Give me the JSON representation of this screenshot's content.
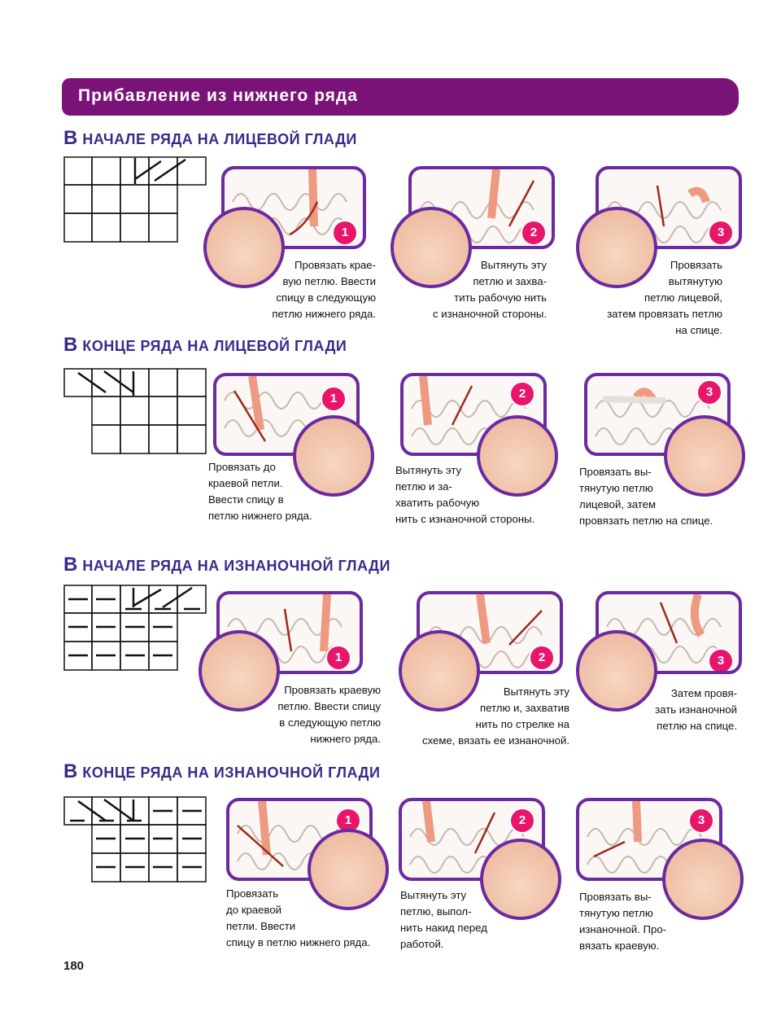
{
  "header": {
    "title": "Прибавление из нижнего ряда"
  },
  "sections": [
    {
      "first_letter": "В",
      "rest": "НАЧАЛЕ РЯДА НА ЛИЦЕВОЙ ГЛАДИ"
    },
    {
      "first_letter": "В",
      "rest": "КОНЦЕ РЯДА НА ЛИЦЕВОЙ ГЛАДИ"
    },
    {
      "first_letter": "В",
      "rest": "НАЧАЛЕ РЯДА НА ИЗНАНОЧНОЙ ГЛАДИ"
    },
    {
      "first_letter": "В",
      "rest": "КОНЦЕ РЯДА НА ИЗНАНОЧНОЙ ГЛАДИ"
    }
  ],
  "steps": [
    {
      "num": "1",
      "caption": "Провязать крае-\nвую петлю. Ввести\nспицу в следующую\nпетлю нижнего ряда."
    },
    {
      "num": "2",
      "caption": "Вытянуть эту\nпетлю и захва-\nтить рабочую нить\nс изнаночной стороны."
    },
    {
      "num": "3",
      "caption": "Провязать\nвытянутую\nпетлю лицевой,\nзатем провязать петлю\nна спице."
    },
    {
      "num": "1",
      "caption": "Провязать до\nкраевой петли.\nВвести спицу в\nпетлю нижнего ряда."
    },
    {
      "num": "2",
      "caption": "Вытянуть эту\nпетлю и за-\nхватить рабочую\nнить с изнаночной стороны."
    },
    {
      "num": "3",
      "caption": "Провязать вы-\nтянутую петлю\nлицевой, затем\nпровязать петлю на спице."
    },
    {
      "num": "1",
      "caption": "Провязать краевую\nпетлю. Ввести спицу\nв следующую петлю\nнижнего ряда."
    },
    {
      "num": "2",
      "caption": "Вытянуть эту\nпетлю и, захватив\nнить по стрелке на\nсхеме, вязать ее изнаночной."
    },
    {
      "num": "3",
      "caption": "Затем провя-\nзать изнаночной\nпетлю на спице."
    },
    {
      "num": "1",
      "caption": "Провязать\nдо краевой\nпетли. Ввести\nспицу в петлю нижнего ряда."
    },
    {
      "num": "2",
      "caption": "Вытянуть эту\nпетлю, выпол-\nнить накид перед\nработой."
    },
    {
      "num": "3",
      "caption": "Провязать вы-\nтянутую петлю\nизнаночной. Про-\nвязать краевую."
    }
  ],
  "footer": {
    "page_number": "180"
  },
  "colors": {
    "banner": "#7a1378",
    "frame": "#6b2aa0",
    "badge": "#e8166b",
    "section": "#3a2a8a",
    "yarn": "#ee9a80"
  }
}
